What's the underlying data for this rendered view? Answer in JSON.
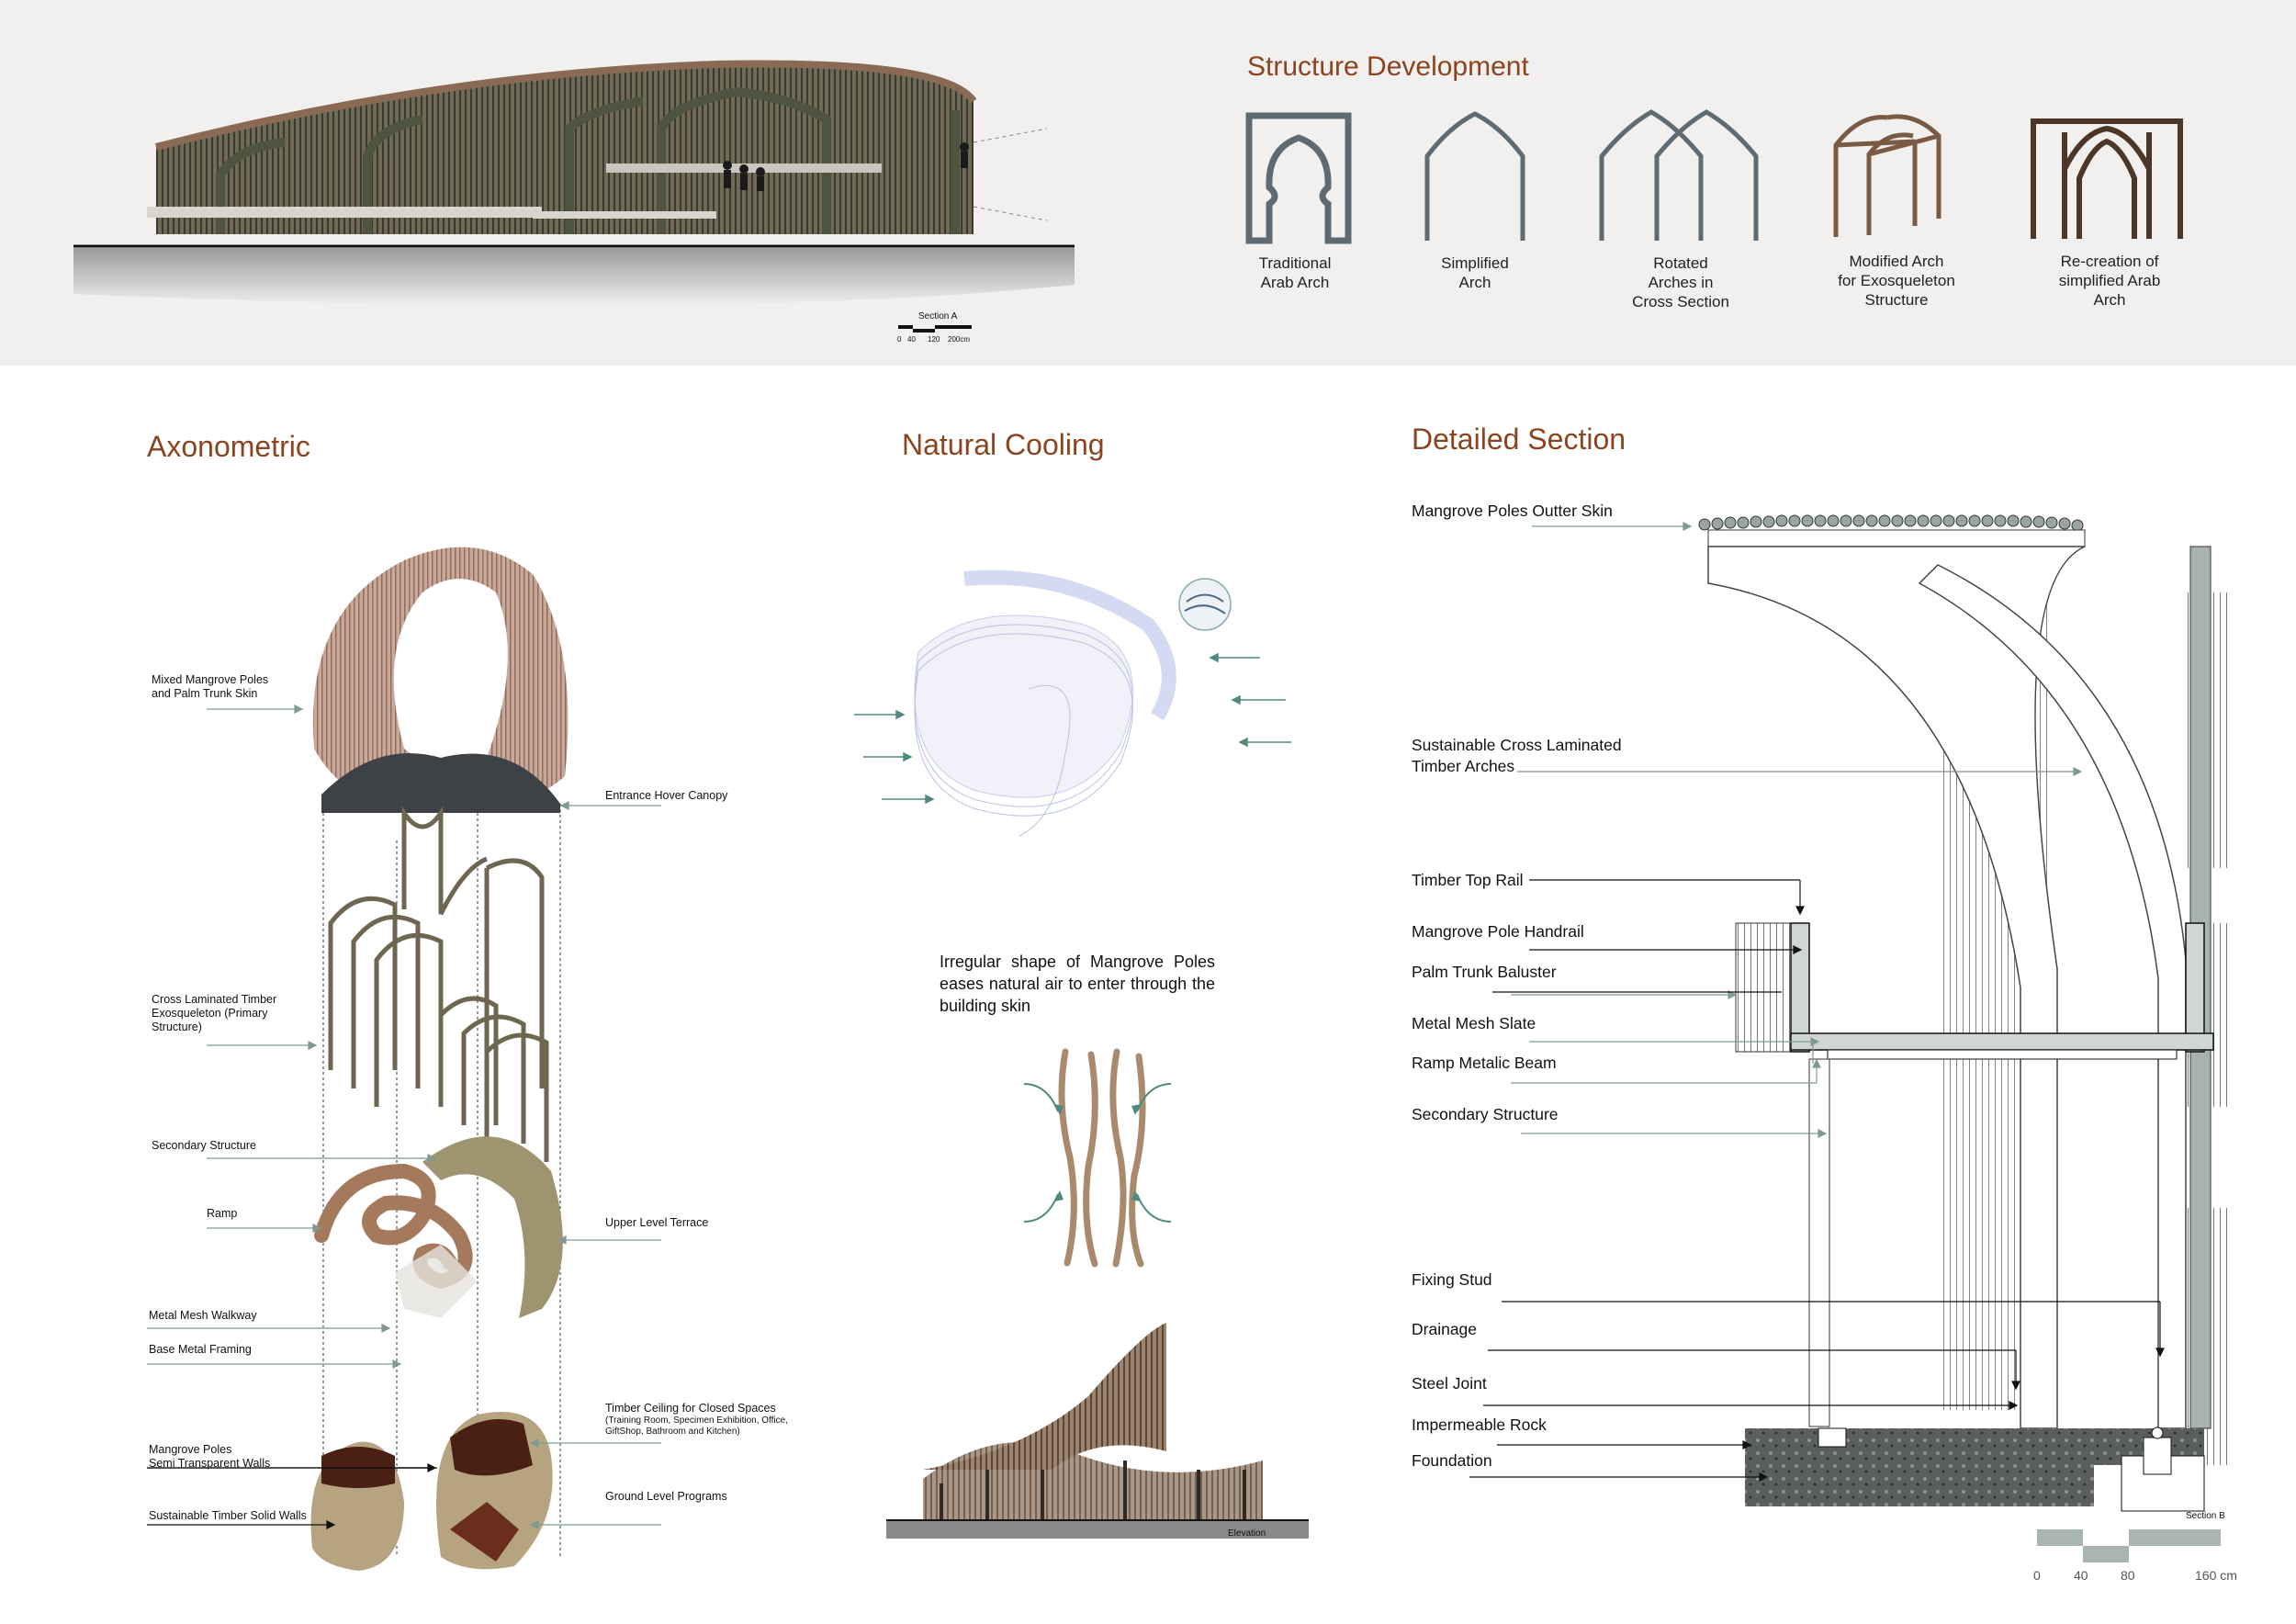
{
  "top": {
    "section_a_label": "Section A",
    "section_a_scale": [
      "0",
      "40",
      "120",
      "200cm"
    ],
    "structure_title": "Structure Development",
    "arches": [
      {
        "caption": "Traditional\nArab Arch"
      },
      {
        "caption": "Simplified\nArch"
      },
      {
        "caption": "Rotated\nArches in\nCross Section"
      },
      {
        "caption": "Modified   Arch\nfor Exosqueleton\nStructure"
      },
      {
        "caption": "Re-creation  of\nsimplified Arab\nArch"
      }
    ]
  },
  "axo": {
    "title": "Axonometric",
    "labels": {
      "skin": "Mixed Mangrove Poles\nand Palm Trunk Skin",
      "canopy": "Entrance Hover Canopy",
      "exo": "Cross Laminated Timber\nExosqueleton (Primary\nStructure)",
      "secondary": "Secondary Structure",
      "ramp": "Ramp",
      "terrace": "Upper Level Terrace",
      "walkway": "Metal Mesh Walkway",
      "framing": "Base Metal Framing",
      "ceiling": "Timber Ceiling for Closed Spaces",
      "ceiling_sub": "(Training Room, Specimen Exhibition, Office,\nGiftShop, Bathroom and Kitchen)",
      "semi_walls": "Mangrove Poles\nSemi Transparent Walls",
      "ground": "Ground Level Programs",
      "solid_walls": "Sustainable Timber Solid Walls"
    }
  },
  "cooling": {
    "title": "Natural Cooling",
    "note": "Irregular shape of Mangrove Poles eases natural air to enter through the building skin",
    "elevation_label": "Elevation"
  },
  "detail": {
    "title": "Detailed Section",
    "labels": {
      "outer_skin": "Mangrove Poles Outter Skin",
      "arches": "Sustainable Cross Laminated\nTimber Arches",
      "top_rail": "Timber Top Rail",
      "handrail": "Mangrove Pole Handrail",
      "baluster": "Palm Trunk Baluster",
      "mesh": "Metal Mesh Slate",
      "beam": "Ramp Metalic Beam",
      "secondary": "Secondary Structure",
      "stud": "Fixing Stud",
      "drainage": "Drainage",
      "steel": "Steel Joint",
      "rock": "Impermeable Rock",
      "foundation": "Foundation"
    },
    "section_b_label": "Section B",
    "scale": [
      "0",
      "40",
      "80",
      "160 cm"
    ]
  },
  "colors": {
    "title": "#8a4420",
    "arch_grey": "#5f6b72",
    "timber": "#7a5a44",
    "leader": "#7f9a93"
  }
}
